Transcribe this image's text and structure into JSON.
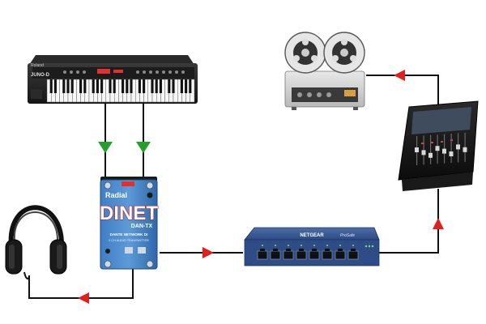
{
  "keyboard": {
    "brand": "Roland",
    "model": "JUNO-D"
  },
  "di_box": {
    "brand": "Radial",
    "title": "DINET",
    "model": "DAN-TX",
    "subtitle": "DANTE NETWORK DI",
    "caption": "2 CH AUDIO TRANSMITTER"
  },
  "network_switch": {
    "brand": "NETGEAR",
    "series": "ProSafe",
    "port_count": 8
  },
  "arrow_colors": {
    "green": "#22a02a",
    "red": "#e02020"
  }
}
